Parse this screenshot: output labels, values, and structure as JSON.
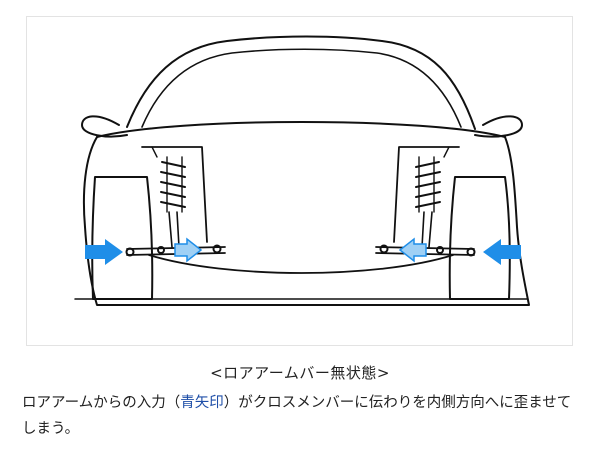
{
  "caption": {
    "title": "<ロアアームバー無状態>",
    "body_before": "ロアアームからの入力（",
    "body_highlight": "青矢印",
    "body_after": "）がクロスメンバーに伝わりを内側方向へに歪ませてしまう。"
  },
  "colors": {
    "arrow_dark": "#1f8ee8",
    "arrow_light": "#9fd0f5",
    "highlight_text": "#1f4fa8",
    "line": "#111111"
  }
}
